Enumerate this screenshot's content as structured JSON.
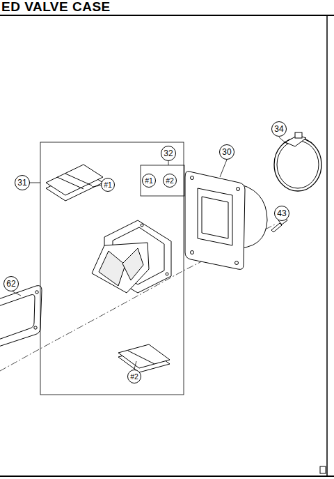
{
  "diagram": {
    "title": "ED VALVE CASE",
    "labels": [
      "31",
      "#1",
      "32",
      "#1",
      "#2",
      "30",
      "34",
      "43",
      "62",
      "#2"
    ]
  }
}
